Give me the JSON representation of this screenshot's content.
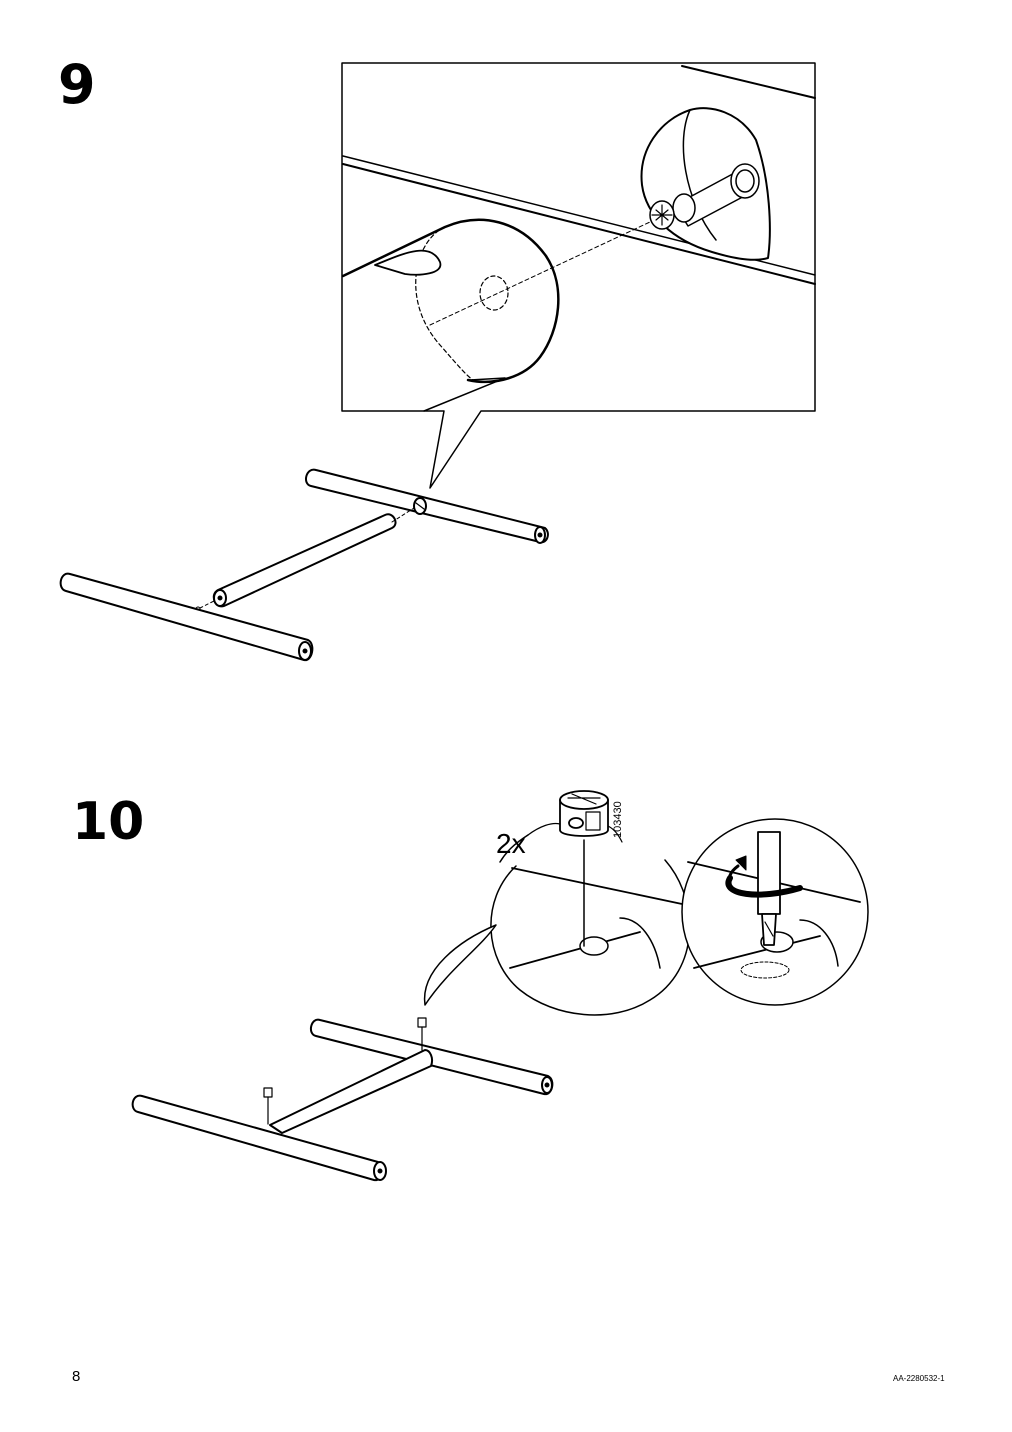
{
  "steps": [
    {
      "number": "9"
    },
    {
      "number": "10",
      "quantity": "2x",
      "part_number": "103430"
    }
  ],
  "footer": {
    "page_number": "8",
    "document_code": "AA-2280532-1"
  }
}
